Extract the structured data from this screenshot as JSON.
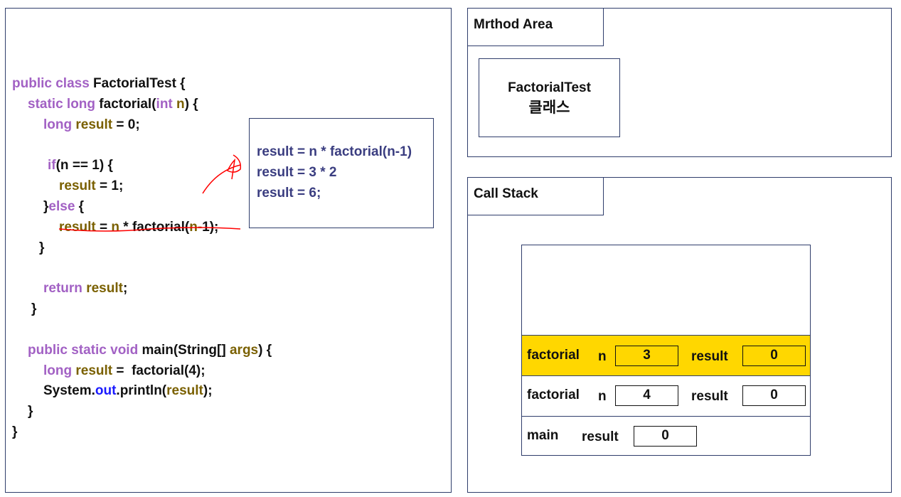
{
  "code": {
    "lines": [
      [
        {
          "t": "public class ",
          "c": "kw"
        },
        {
          "t": "FactorialTest {",
          "c": "plain"
        }
      ],
      [
        {
          "t": "static long ",
          "c": "kw"
        },
        {
          "t": "factorial(",
          "c": "plain"
        },
        {
          "t": "int ",
          "c": "kw"
        },
        {
          "t": "n",
          "c": "var"
        },
        {
          "t": ") {",
          "c": "plain"
        }
      ],
      [
        {
          "t": "long ",
          "c": "kw"
        },
        {
          "t": "result",
          "c": "var"
        },
        {
          "t": " = 0;",
          "c": "plain"
        }
      ],
      [
        {
          "t": "if",
          "c": "kw"
        },
        {
          "t": "(n == 1) {",
          "c": "plain"
        }
      ],
      [
        {
          "t": "result",
          "c": "var"
        },
        {
          "t": " = 1;",
          "c": "plain"
        }
      ],
      [
        {
          "t": "}",
          "c": "plain"
        },
        {
          "t": "else",
          "c": "kw"
        },
        {
          "t": " {",
          "c": "plain"
        }
      ],
      [
        {
          "t": "result",
          "c": "var"
        },
        {
          "t": " = ",
          "c": "plain"
        },
        {
          "t": "n",
          "c": "var"
        },
        {
          "t": " * factorial(",
          "c": "plain"
        },
        {
          "t": "n-",
          "c": "var"
        },
        {
          "t": "1);",
          "c": "plain"
        }
      ],
      [
        {
          "t": "}",
          "c": "plain"
        }
      ],
      [
        {
          "t": "return ",
          "c": "kw"
        },
        {
          "t": "result",
          "c": "var"
        },
        {
          "t": ";",
          "c": "plain"
        }
      ],
      [
        {
          "t": "}",
          "c": "plain"
        }
      ],
      [
        {
          "t": "public static void ",
          "c": "kw"
        },
        {
          "t": "main(String[] ",
          "c": "plain"
        },
        {
          "t": "args",
          "c": "var"
        },
        {
          "t": ") {",
          "c": "plain"
        }
      ],
      [
        {
          "t": "long ",
          "c": "kw"
        },
        {
          "t": "result",
          "c": "var"
        },
        {
          "t": " =  factorial(4);",
          "c": "plain"
        }
      ],
      [
        {
          "t": "System.",
          "c": "plain"
        },
        {
          "t": "out",
          "c": "field"
        },
        {
          "t": ".println(",
          "c": "plain"
        },
        {
          "t": "result",
          "c": "var"
        },
        {
          "t": ");",
          "c": "plain"
        }
      ],
      [
        {
          "t": "}",
          "c": "plain"
        }
      ],
      [
        {
          "t": "}",
          "c": "plain"
        }
      ]
    ]
  },
  "note": {
    "lines": [
      "result = n * factorial(n-1)",
      "result = 3 * 2",
      "result = 6;"
    ]
  },
  "method_area": {
    "title": "Mrthod Area",
    "class_name": "FactorialTest",
    "class_label": "클래스"
  },
  "call_stack": {
    "title": "Call Stack",
    "frames": [
      {
        "name": "factorial",
        "n_label": "n",
        "n": "3",
        "result_label": "result",
        "result": "0",
        "active": true
      },
      {
        "name": "factorial",
        "n_label": "n",
        "n": "4",
        "result_label": "result",
        "result": "0",
        "active": false
      },
      {
        "name": "main",
        "result_label": "result",
        "result": "0",
        "active": false
      }
    ]
  },
  "colors": {
    "keyword": "#a261c4",
    "variable": "#7a6000",
    "highlight": "#ffd700",
    "annotation": "#ff0000"
  }
}
